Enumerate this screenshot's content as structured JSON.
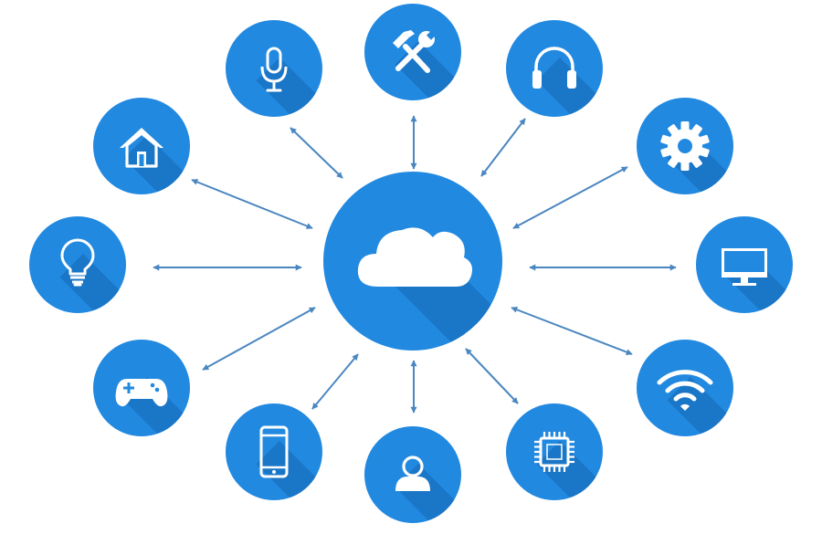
{
  "diagram": {
    "type": "hub-and-spoke",
    "hub": {
      "icon": "cloud-icon"
    },
    "nodes": [
      {
        "key": "microphone",
        "icon": "microphone-icon"
      },
      {
        "key": "tools",
        "icon": "hammer-wrench-icon"
      },
      {
        "key": "headphones",
        "icon": "headphones-icon"
      },
      {
        "key": "home",
        "icon": "home-icon"
      },
      {
        "key": "settings",
        "icon": "gear-icon"
      },
      {
        "key": "lightbulb",
        "icon": "lightbulb-icon"
      },
      {
        "key": "monitor",
        "icon": "monitor-icon"
      },
      {
        "key": "gamepad",
        "icon": "gamepad-icon"
      },
      {
        "key": "wifi",
        "icon": "wifi-icon"
      },
      {
        "key": "smartphone",
        "icon": "smartphone-icon"
      },
      {
        "key": "user",
        "icon": "user-icon"
      },
      {
        "key": "chip",
        "icon": "cpu-chip-icon"
      }
    ],
    "connections": "bidirectional-arrows",
    "colors": {
      "node_fill": "#2289e0",
      "shadow": "#1466b3",
      "icon": "#ffffff",
      "arrow": "#4a86c0",
      "background": "#ffffff"
    }
  }
}
